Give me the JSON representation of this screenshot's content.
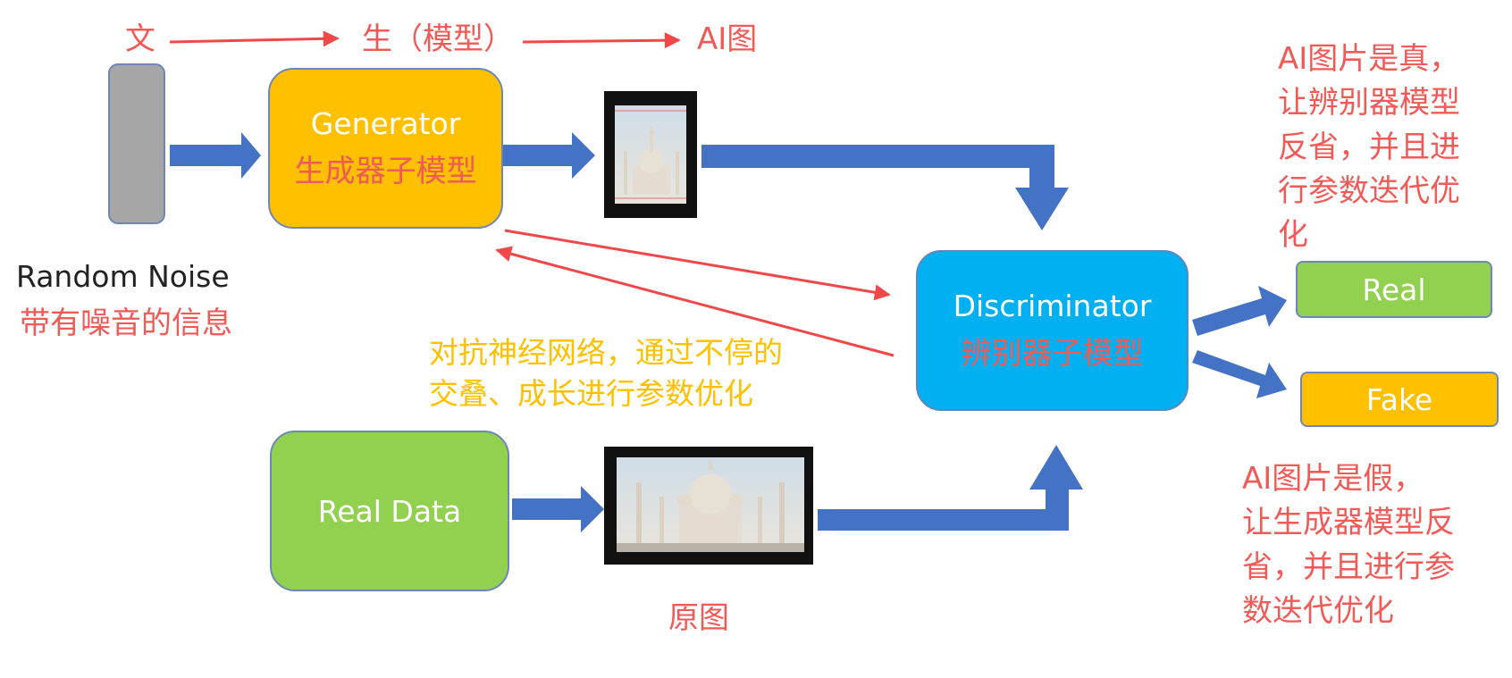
{
  "top_flow": {
    "text": "文",
    "model": "生（模型）",
    "ai_image": "AI图"
  },
  "noise": {
    "label": "Random  Noise",
    "sublabel": "带有噪音的信息"
  },
  "generator": {
    "label": "Generator",
    "sublabel": "生成器子模型"
  },
  "discriminator": {
    "label": "Discriminator",
    "sublabel": "辨别器子模型"
  },
  "real_data": {
    "label": "Real  Data"
  },
  "original_image": {
    "caption": "原图"
  },
  "adversarial_note": {
    "lines": [
      "对抗神经网络，通过不停的",
      "交叠、成长进行参数优化"
    ]
  },
  "outcome_real": {
    "label": "Real",
    "note_lines": [
      "AI图片是真，",
      "让辨别器模型",
      "反省，并且进",
      "行参数迭代优",
      "化"
    ]
  },
  "outcome_fake": {
    "label": "Fake",
    "note_lines": [
      "AI图片是假，",
      "让生成器模型反",
      "省，并且进行参",
      "数迭代优化"
    ]
  },
  "colors": {
    "generator": "#ffc000",
    "discriminator": "#00b0f0",
    "real_data": "#92d050",
    "noise": "#a6a6a6",
    "flow_arrow": "#4472c4",
    "annotation": "#f05a57",
    "note": "#ffc000"
  }
}
